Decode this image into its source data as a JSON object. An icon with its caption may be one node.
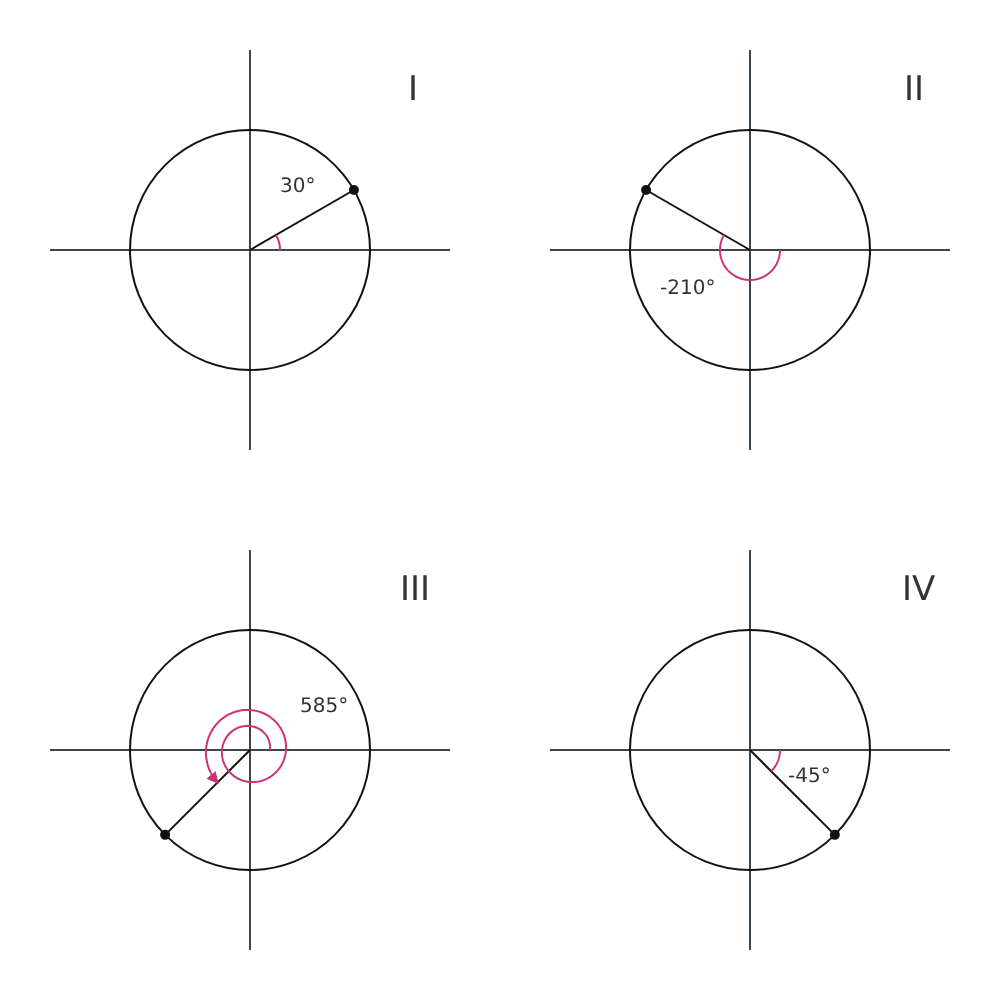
{
  "diagram": {
    "labels": [
      "I",
      "30°",
      "II",
      "-210°",
      "III",
      "585°",
      "IV",
      "-45°"
    ]
  }
}
